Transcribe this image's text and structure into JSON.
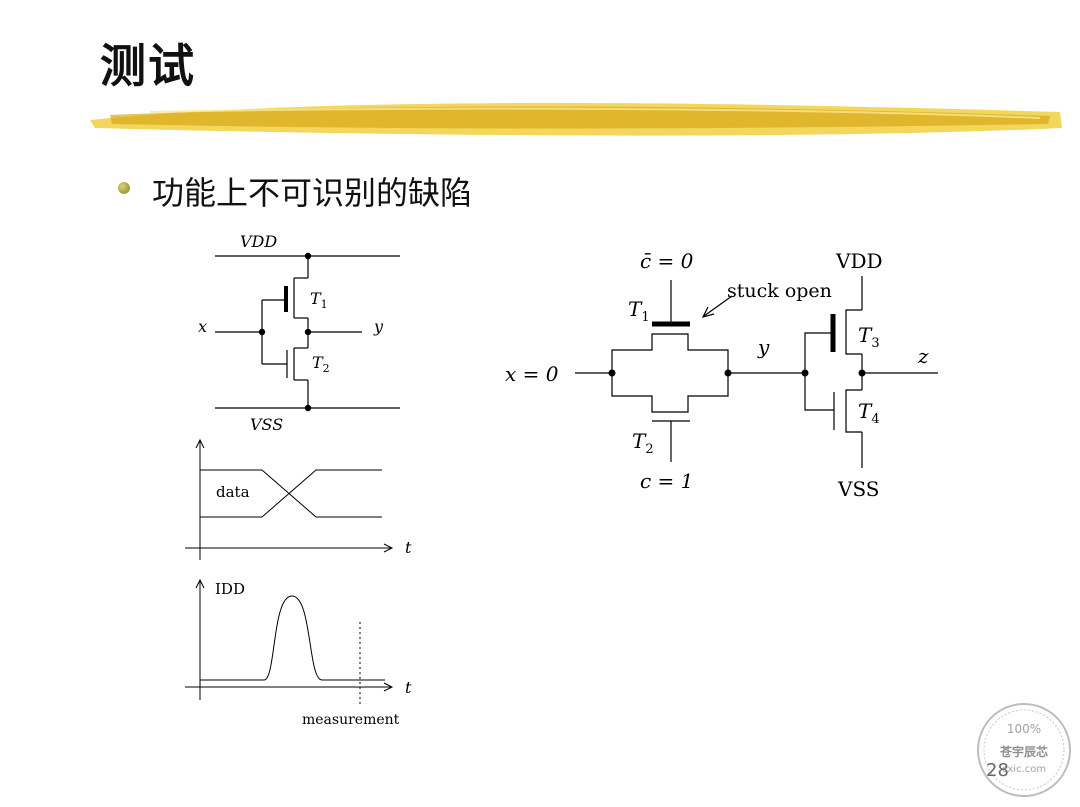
{
  "slide": {
    "title": "测试",
    "bullet": "功能上不可识别的缺陷",
    "page_number": "28"
  },
  "colors": {
    "brush_stroke": "#e8c020",
    "bullet_dot": "#a8a030",
    "line": "#000000"
  },
  "left_circuit": {
    "vdd": "VDD",
    "vss": "VSS",
    "input": "x",
    "output": "y",
    "t1": "T",
    "t1_sub": "1",
    "t2": "T",
    "t2_sub": "2"
  },
  "data_plot": {
    "label": "data",
    "axis": "t"
  },
  "idd_plot": {
    "label": "IDD",
    "axis": "t",
    "marker": "measurement"
  },
  "right_circuit": {
    "cbar": "c̄ = 0",
    "c": "c = 1",
    "x": "x = 0",
    "y": "y",
    "z": "z",
    "vdd": "VDD",
    "vss": "VSS",
    "stuck": "stuck open",
    "t1": "T",
    "t1_sub": "1",
    "t2": "T",
    "t2_sub": "2",
    "t3": "T",
    "t3_sub": "3",
    "t4": "T",
    "t4_sub": "4"
  },
  "watermark": {
    "top": "100%",
    "middle": "苍宇辰芯",
    "bottom": "cxic.com"
  }
}
